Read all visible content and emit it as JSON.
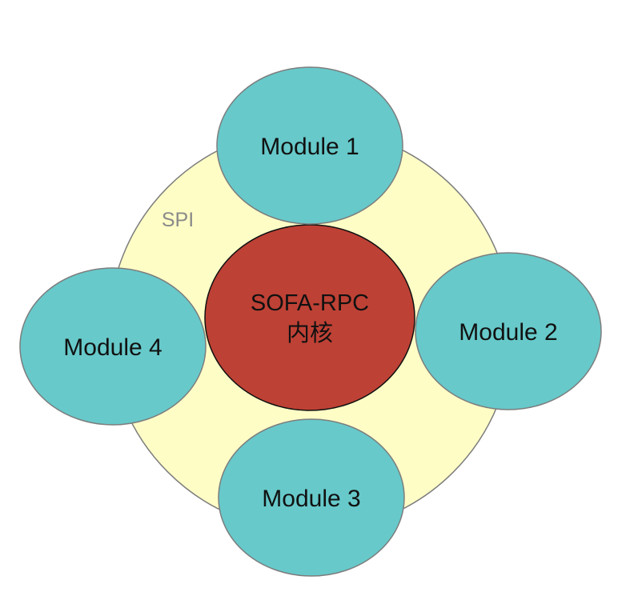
{
  "colors": {
    "spi_ring_fill": "#FEFDC6",
    "module_fill": "#67C9CA",
    "core_fill": "#BE4135",
    "outline": "#7D7D7D",
    "core_outline": "#111111",
    "spi_label_color": "#8A8A8A"
  },
  "spi": {
    "label": "SPI"
  },
  "core": {
    "line1": "SOFA-RPC",
    "line2": "内核"
  },
  "modules": [
    {
      "label": "Module 1"
    },
    {
      "label": "Module 2"
    },
    {
      "label": "Module 3"
    },
    {
      "label": "Module 4"
    }
  ]
}
